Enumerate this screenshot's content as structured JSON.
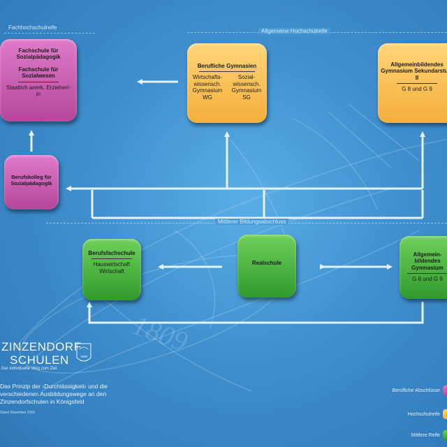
{
  "labels": {
    "fachhochschulreife": "Fachhochschulreife",
    "allgemeine_hochschulreife": "Allgemeine Hochschulreife",
    "mittlerer_bildungsabschluss": "Mittlerer Bildungsabschluss"
  },
  "boxes": {
    "fachschule": {
      "title1": "Fachschule für Sozialpädagogik",
      "title2": "Fachschule für Sozialwesen",
      "sub": "Staatlich anerk. Erzieher/-in"
    },
    "berufskolleg": {
      "title": "Berufskolleg für Sozialpädagogik"
    },
    "berufliche_gymnasien": {
      "title": "Berufliche Gymnasien",
      "col1": "Wirtschafts-wissensch. Gymnasium WG",
      "col2": "Sozial-wissensch. Gymnasium SG"
    },
    "gymnasium_sek2": {
      "title": "Allgemeinbildendes Gymnasium Sekundarstufe II",
      "sub": "G 8 und G 9"
    },
    "berufsfachschule": {
      "title": "Berufsfachschule",
      "sub": "Hauswirtschaft Wirtschaft"
    },
    "realschule": {
      "title": "Realschule"
    },
    "gymnasium": {
      "title": "Allgemein-bildendes Gymnasium",
      "sub": "G 8 und G 9"
    }
  },
  "brand": {
    "name_line1": "ZINZENDORF",
    "name_line2": "SCHULEN",
    "tagline": "Der individuelle Weg zum Ziel",
    "seal_year": "1809"
  },
  "description": "Das Prinzip der ›Durchlässigkeit‹ und die verschiedenen Ausbildungswege an den Zinzendorfschulen in Königsfeld",
  "stand": "Stand Dezember 2016",
  "legend": [
    {
      "label": "Berufliche Abschlüsse",
      "color": "#c45aa8"
    },
    {
      "label": "Hochschulreife",
      "color": "#f5b74a"
    },
    {
      "label": "Mittlere Reife",
      "color": "#3fa83a"
    }
  ],
  "watermark_year": "1809",
  "colors": {
    "pink": "#c45aa8",
    "orange": "#f5b74a",
    "green": "#3fa83a",
    "arrow": "#e6f1fb",
    "background": "#3f8fcf"
  }
}
